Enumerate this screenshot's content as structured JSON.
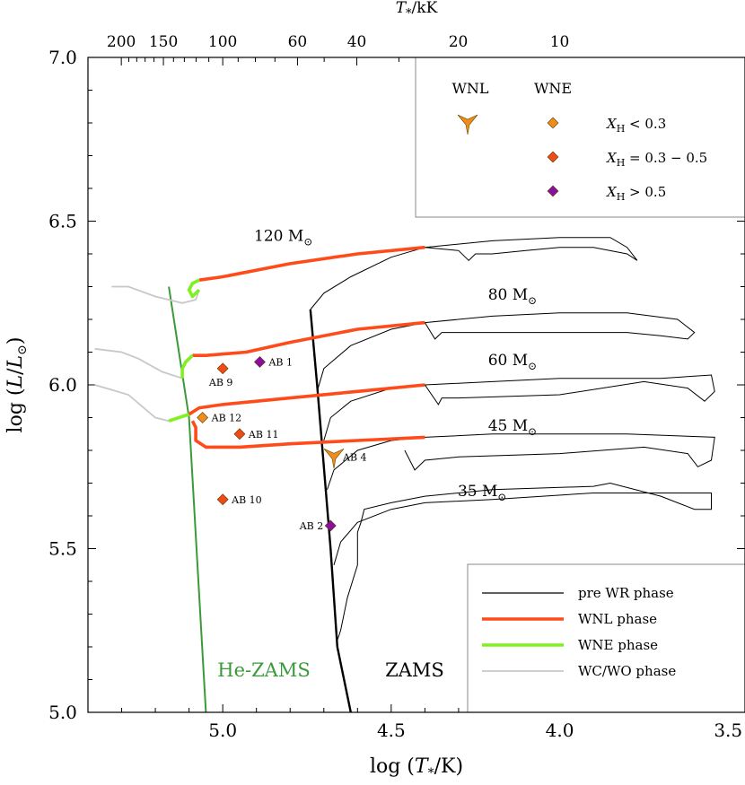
{
  "chart_data": {
    "type": "scatter",
    "title": "",
    "xlabel_parts": [
      "log (",
      "T",
      "*",
      "/K)"
    ],
    "ylabel_parts": [
      "log (",
      "L",
      "/",
      "L",
      "⊙",
      ")"
    ],
    "top_xlabel_parts": [
      "T",
      "*",
      "/kK"
    ],
    "xlim": [
      5.4,
      3.45
    ],
    "ylim": [
      5.0,
      7.0
    ],
    "x_ticks": [
      {
        "value": 5.0,
        "label": "5.0"
      },
      {
        "value": 4.5,
        "label": "4.5"
      },
      {
        "value": 4.0,
        "label": "4.0"
      },
      {
        "value": 3.5,
        "label": "3.5"
      }
    ],
    "y_ticks": [
      {
        "value": 5.0,
        "label": "5.0"
      },
      {
        "value": 5.5,
        "label": "5.5"
      },
      {
        "value": 6.0,
        "label": "6.0"
      },
      {
        "value": 6.5,
        "label": "6.5"
      },
      {
        "value": 7.0,
        "label": "7.0"
      }
    ],
    "top_ticks": [
      {
        "kK": 200,
        "label": "200"
      },
      {
        "kK": 150,
        "label": "150"
      },
      {
        "kK": 100,
        "label": "100"
      },
      {
        "kK": 60,
        "label": "60"
      },
      {
        "kK": 40,
        "label": "40"
      },
      {
        "kK": 20,
        "label": "20"
      },
      {
        "kK": 10,
        "label": "10"
      }
    ],
    "lines": {
      "zams": {
        "label": "ZAMS",
        "color": "#000000",
        "points": [
          [
            4.74,
            6.23
          ],
          [
            4.72,
            6.0
          ],
          [
            4.68,
            5.5
          ],
          [
            4.66,
            5.2
          ],
          [
            4.62,
            5.0
          ]
        ]
      },
      "he_zams": {
        "label": "He-ZAMS",
        "color": "#3a9a3a",
        "points": [
          [
            5.16,
            6.3
          ],
          [
            5.1,
            5.9
          ],
          [
            5.05,
            5.0
          ]
        ]
      }
    },
    "tracks": [
      {
        "mass_label": "120 M",
        "label_pos": [
          4.82,
          6.44
        ],
        "pre_wr": [
          [
            4.74,
            6.23
          ],
          [
            4.7,
            6.28
          ],
          [
            4.62,
            6.33
          ],
          [
            4.5,
            6.39
          ],
          [
            4.4,
            6.42
          ],
          [
            4.2,
            6.44
          ],
          [
            4.0,
            6.45
          ],
          [
            3.85,
            6.45
          ],
          [
            3.8,
            6.42
          ],
          [
            3.77,
            6.38
          ],
          [
            3.8,
            6.4
          ],
          [
            3.9,
            6.42
          ],
          [
            4.0,
            6.42
          ],
          [
            4.1,
            6.41
          ],
          [
            4.2,
            6.4
          ],
          [
            4.25,
            6.4
          ],
          [
            4.27,
            6.38
          ],
          [
            4.3,
            6.41
          ],
          [
            4.4,
            6.42
          ]
        ],
        "wnl": [
          [
            4.4,
            6.42
          ],
          [
            4.6,
            6.4
          ],
          [
            4.8,
            6.37
          ],
          [
            5.0,
            6.33
          ],
          [
            5.07,
            6.32
          ]
        ],
        "wne": [
          [
            5.07,
            6.32
          ],
          [
            5.09,
            6.31
          ],
          [
            5.1,
            6.29
          ],
          [
            5.09,
            6.27
          ],
          [
            5.07,
            6.29
          ]
        ],
        "wc": [
          [
            5.07,
            6.29
          ],
          [
            5.08,
            6.26
          ],
          [
            5.12,
            6.25
          ],
          [
            5.2,
            6.27
          ],
          [
            5.28,
            6.3
          ],
          [
            5.33,
            6.3
          ]
        ]
      },
      {
        "mass_label": "80 M",
        "label_pos": [
          4.14,
          6.26
        ],
        "pre_wr": [
          [
            4.72,
            5.98
          ],
          [
            4.7,
            6.05
          ],
          [
            4.62,
            6.12
          ],
          [
            4.5,
            6.17
          ],
          [
            4.4,
            6.19
          ],
          [
            4.2,
            6.21
          ],
          [
            4.0,
            6.22
          ],
          [
            3.8,
            6.22
          ],
          [
            3.65,
            6.2
          ],
          [
            3.6,
            6.16
          ],
          [
            3.62,
            6.14
          ],
          [
            3.7,
            6.15
          ],
          [
            3.8,
            6.16
          ],
          [
            3.9,
            6.16
          ],
          [
            4.0,
            6.16
          ],
          [
            4.2,
            6.16
          ],
          [
            4.35,
            6.16
          ],
          [
            4.37,
            6.14
          ],
          [
            4.4,
            6.19
          ]
        ],
        "wnl": [
          [
            4.4,
            6.19
          ],
          [
            4.6,
            6.17
          ],
          [
            4.8,
            6.13
          ],
          [
            4.93,
            6.1
          ],
          [
            5.05,
            6.09
          ],
          [
            5.09,
            6.09
          ]
        ],
        "wne": [
          [
            5.09,
            6.09
          ],
          [
            5.11,
            6.07
          ],
          [
            5.12,
            6.05
          ],
          [
            5.12,
            6.02
          ]
        ],
        "wc": [
          [
            5.12,
            6.02
          ],
          [
            5.18,
            6.04
          ],
          [
            5.25,
            6.08
          ],
          [
            5.3,
            6.1
          ],
          [
            5.38,
            6.11
          ]
        ]
      },
      {
        "mass_label": "60 M",
        "label_pos": [
          4.14,
          6.06
        ],
        "pre_wr": [
          [
            4.7,
            5.83
          ],
          [
            4.68,
            5.9
          ],
          [
            4.62,
            5.95
          ],
          [
            4.5,
            5.99
          ],
          [
            4.4,
            6.0
          ],
          [
            4.2,
            6.01
          ],
          [
            4.0,
            6.02
          ],
          [
            3.7,
            6.02
          ],
          [
            3.55,
            6.03
          ],
          [
            3.54,
            5.98
          ],
          [
            3.57,
            5.95
          ],
          [
            3.62,
            5.99
          ],
          [
            3.75,
            6.01
          ],
          [
            4.0,
            5.97
          ],
          [
            4.3,
            5.96
          ],
          [
            4.35,
            5.96
          ],
          [
            4.36,
            5.94
          ],
          [
            4.4,
            6.0
          ]
        ],
        "wnl": [
          [
            4.4,
            6.0
          ],
          [
            4.6,
            5.98
          ],
          [
            4.8,
            5.96
          ],
          [
            5.0,
            5.94
          ],
          [
            5.07,
            5.93
          ],
          [
            5.1,
            5.91
          ]
        ],
        "wne": [
          [
            5.1,
            5.91
          ],
          [
            5.13,
            5.9
          ],
          [
            5.16,
            5.89
          ]
        ],
        "wc": [
          [
            5.16,
            5.89
          ],
          [
            5.2,
            5.9
          ],
          [
            5.28,
            5.97
          ],
          [
            5.38,
            6.0
          ]
        ]
      },
      {
        "mass_label": "45 M",
        "label_pos": [
          4.14,
          5.86
        ],
        "pre_wr": [
          [
            4.69,
            5.68
          ],
          [
            4.67,
            5.74
          ],
          [
            4.6,
            5.8
          ],
          [
            4.5,
            5.83
          ],
          [
            4.4,
            5.84
          ],
          [
            4.2,
            5.85
          ],
          [
            4.0,
            5.85
          ],
          [
            3.8,
            5.85
          ],
          [
            3.54,
            5.84
          ],
          [
            3.55,
            5.77
          ],
          [
            3.59,
            5.75
          ],
          [
            3.62,
            5.79
          ],
          [
            3.75,
            5.81
          ],
          [
            4.0,
            5.79
          ],
          [
            4.3,
            5.78
          ],
          [
            4.4,
            5.77
          ],
          [
            4.43,
            5.74
          ],
          [
            4.46,
            5.8
          ]
        ],
        "wnl": [
          [
            4.4,
            5.84
          ],
          [
            4.6,
            5.83
          ],
          [
            4.8,
            5.82
          ],
          [
            4.95,
            5.81
          ],
          [
            5.05,
            5.81
          ],
          [
            5.08,
            5.83
          ],
          [
            5.08,
            5.87
          ],
          [
            5.09,
            5.89
          ]
        ],
        "wne": [],
        "wc": []
      },
      {
        "mass_label": "35 M",
        "label_pos": [
          4.23,
          5.66
        ],
        "pre_wr": [
          [
            4.67,
            5.45
          ],
          [
            4.65,
            5.52
          ],
          [
            4.6,
            5.58
          ],
          [
            4.5,
            5.62
          ],
          [
            4.4,
            5.64
          ],
          [
            4.2,
            5.65
          ],
          [
            3.9,
            5.67
          ],
          [
            3.7,
            5.67
          ],
          [
            3.55,
            5.67
          ],
          [
            3.55,
            5.62
          ],
          [
            3.6,
            5.62
          ],
          [
            3.7,
            5.66
          ],
          [
            3.85,
            5.7
          ],
          [
            3.9,
            5.69
          ],
          [
            4.2,
            5.68
          ],
          [
            4.4,
            5.66
          ],
          [
            4.5,
            5.64
          ],
          [
            4.58,
            5.62
          ],
          [
            4.59,
            5.58
          ],
          [
            4.6,
            5.55
          ],
          [
            4.6,
            5.45
          ],
          [
            4.63,
            5.35
          ],
          [
            4.65,
            5.25
          ],
          [
            4.66,
            5.22
          ]
        ],
        "wnl": [],
        "wne": [],
        "wc": []
      }
    ],
    "stars": [
      {
        "name": "AB 1",
        "x": 4.89,
        "y": 6.07,
        "class": "WNE",
        "xh_group": "gt05"
      },
      {
        "name": "AB 9",
        "x": 5.0,
        "y": 6.05,
        "class": "WNE",
        "xh_group": "mid"
      },
      {
        "name": "AB 12",
        "x": 5.06,
        "y": 5.9,
        "class": "WNE",
        "xh_group": "lt03"
      },
      {
        "name": "AB 11",
        "x": 4.95,
        "y": 5.85,
        "class": "WNE",
        "xh_group": "mid"
      },
      {
        "name": "AB 4",
        "x": 4.67,
        "y": 5.78,
        "class": "WNL",
        "xh_group": "lt03"
      },
      {
        "name": "AB 10",
        "x": 5.0,
        "y": 5.65,
        "class": "WNE",
        "xh_group": "mid"
      },
      {
        "name": "AB 2",
        "x": 4.68,
        "y": 5.57,
        "class": "WNE",
        "xh_group": "gt05"
      }
    ],
    "colors": {
      "lt03": "#f08c1e",
      "mid": "#f04a16",
      "gt05": "#8a0fa0",
      "pre_wr": "#000000",
      "wnl": "#ff4a1a",
      "wne": "#80f020",
      "wc": "#c8c8c8",
      "he_zams": "#3a9a3a"
    },
    "legend_markers": {
      "col_wnl": "WNL",
      "col_wne": "WNE",
      "rows": [
        {
          "group": "lt03",
          "parts": [
            "X",
            "H",
            " < 0.3"
          ]
        },
        {
          "group": "mid",
          "parts": [
            "X",
            "H",
            " = 0.3 − 0.5"
          ]
        },
        {
          "group": "gt05",
          "parts": [
            "X",
            "H",
            " > 0.5"
          ]
        }
      ]
    },
    "legend_phases": [
      {
        "key": "pre_wr",
        "label": "pre WR phase"
      },
      {
        "key": "wnl",
        "label": "WNL phase"
      },
      {
        "key": "wne",
        "label": "WNE phase"
      },
      {
        "key": "wc",
        "label": "WC/WO phase"
      }
    ]
  }
}
